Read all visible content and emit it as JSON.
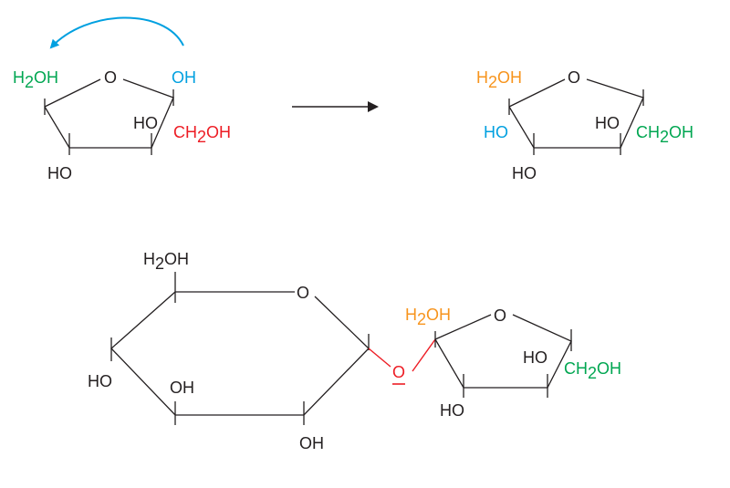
{
  "colors": {
    "black": "#231f20",
    "green": "#00a651",
    "blue": "#00a0e0",
    "red": "#ed1c24",
    "orange": "#f7941d"
  },
  "reactant": {
    "arrow_icon": "curved-arrow-icon",
    "label_c2": {
      "main": "H",
      "sub": "2",
      "tail": "OH"
    },
    "ring_o": "O",
    "label_anomeric_oh": "OH",
    "label_c3": "HO",
    "label_ch2oh": {
      "main": "CH",
      "sub": "2",
      "tail": "OH"
    },
    "label_c4": "HO"
  },
  "reaction_arrow_icon": "right-arrow-icon",
  "product": {
    "label_c2": {
      "main": "H",
      "sub": "2",
      "tail": "OH"
    },
    "ring_o": "O",
    "label_c2_oh": "HO",
    "label_c3": "HO",
    "label_ch2oh": {
      "main": "CH",
      "sub": "2",
      "tail": "OH"
    },
    "label_c4": "HO"
  },
  "disaccharide": {
    "pyranose": {
      "label_top": {
        "main": "H",
        "sub": "2",
        "tail": "OH"
      },
      "ring_o": "O",
      "label_ho_left": "HO",
      "label_oh_mid": "OH",
      "label_oh_bottom": "OH"
    },
    "glycosidic_o": "O",
    "furanose": {
      "label_top": {
        "main": "H",
        "sub": "2",
        "tail": "OH"
      },
      "ring_o": "O",
      "label_c3": "HO",
      "label_ch2oh": {
        "main": "CH",
        "sub": "2",
        "tail": "OH"
      },
      "label_c4": "HO"
    }
  }
}
